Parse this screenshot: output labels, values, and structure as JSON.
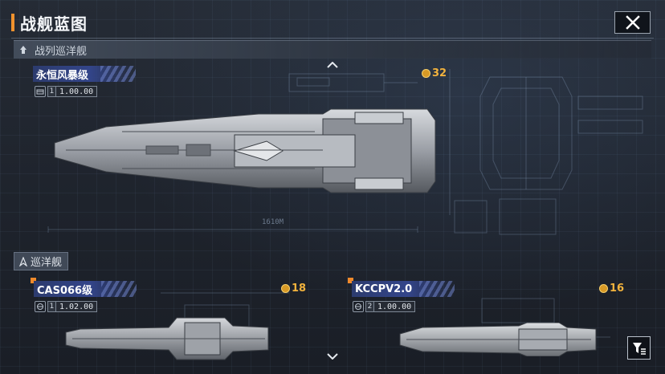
{
  "header": {
    "title": "战舰蓝图"
  },
  "battlecruiser_section": {
    "label": "战列巡洋舰",
    "ships": [
      {
        "name": "永恒风暴级",
        "level": "1",
        "value": "1.00.00",
        "cost": "32",
        "dimension": "1610M"
      }
    ]
  },
  "cruiser_section": {
    "label": "巡洋舰",
    "ships": [
      {
        "name": "CAS066级",
        "level": "1",
        "value": "1.02.00",
        "cost": "18"
      },
      {
        "name": "KCCPV2.0",
        "level": "2",
        "value": "1.00.00",
        "cost": "16"
      }
    ]
  },
  "colors": {
    "accent": "#f0922d",
    "name_tag": "#33458a",
    "cost": "#f3b33d",
    "new_marker": "#f08a2b"
  },
  "icons": {
    "close": "close-icon",
    "section": "ship-class-icon",
    "grade": "grade-icon",
    "cost": "coin-icon",
    "scroll_up": "chevron-up-icon",
    "scroll_down": "chevron-down-icon",
    "filter": "filter-icon"
  }
}
